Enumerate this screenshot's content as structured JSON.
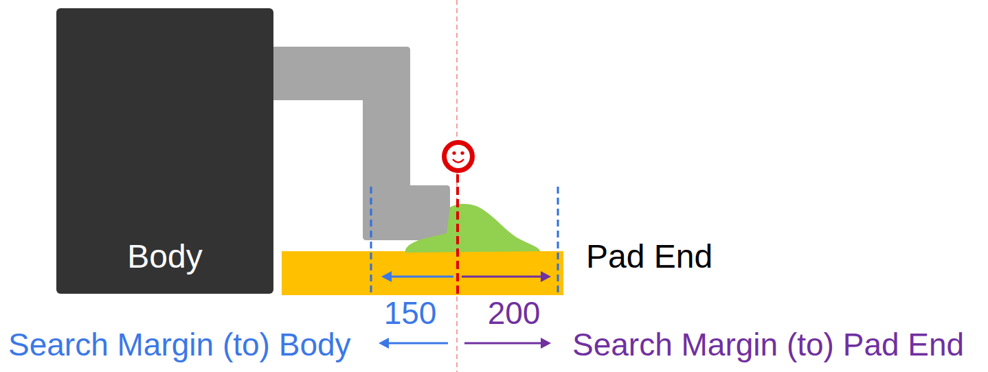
{
  "diagram": {
    "nodes": [
      {
        "text": [
          "Body"
        ]
      }
    ],
    "labels": [
      "Pad End",
      "150",
      "200",
      "Search Margin (to) Body",
      "Search Margin (to) Pad End"
    ]
  }
}
